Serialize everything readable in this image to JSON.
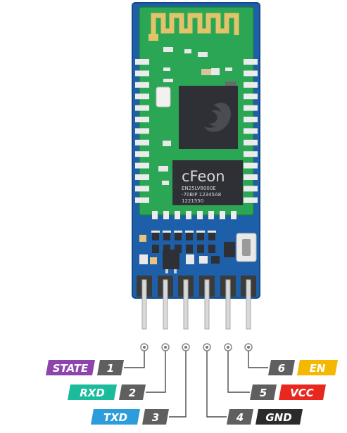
{
  "chip": {
    "brand": "cFeon",
    "line1": "EN25LV8000E",
    "line2": "-70BIP  12345A8",
    "line3": "1221550"
  },
  "pins": [
    {
      "number": "1",
      "label": "STATE",
      "color": "#8e44ad"
    },
    {
      "number": "2",
      "label": "RXD",
      "color": "#1abc9c"
    },
    {
      "number": "3",
      "label": "TXD",
      "color": "#2d9cdb"
    },
    {
      "number": "4",
      "label": "GND",
      "color": "#2b2b2b"
    },
    {
      "number": "5",
      "label": "VCC",
      "color": "#e8281e"
    },
    {
      "number": "6",
      "label": "EN",
      "color": "#f5b800"
    }
  ],
  "colors": {
    "board_blue": "#1d5fa8",
    "module_green": "#25a551",
    "pin_number_bg": "#5f5f5f"
  }
}
